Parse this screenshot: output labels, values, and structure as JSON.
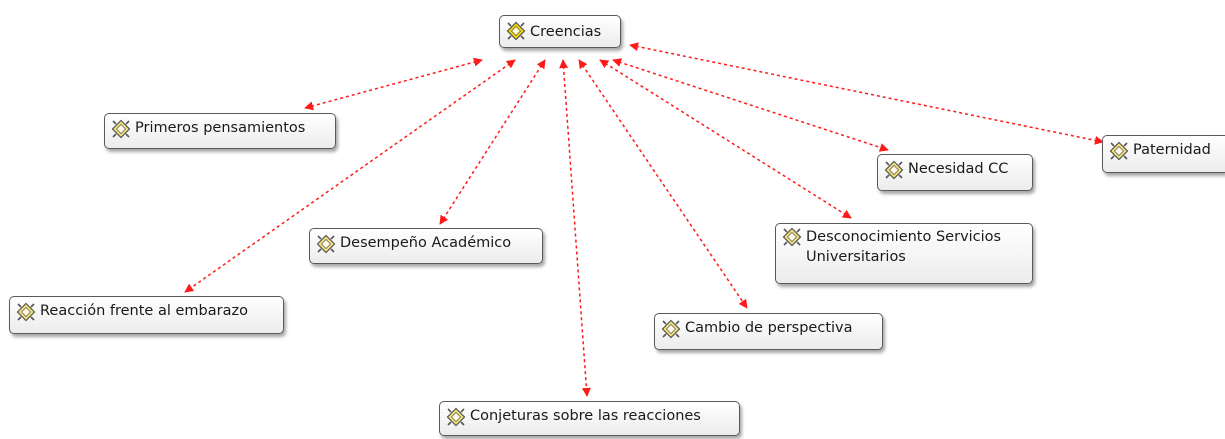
{
  "diagram": {
    "root": {
      "id": "creencias",
      "label": "Creencias"
    },
    "nodes": [
      {
        "id": "primeros",
        "label": "Primeros pensamientos"
      },
      {
        "id": "reaccion",
        "label": "Reacción frente al embarazo"
      },
      {
        "id": "desempeno",
        "label": "Desempeño Académico"
      },
      {
        "id": "conjeturas",
        "label": "Conjeturas sobre las reacciones"
      },
      {
        "id": "cambio",
        "label": "Cambio de perspectiva"
      },
      {
        "id": "desconocimiento",
        "label": "Desconocimiento Servicios Universitarios"
      },
      {
        "id": "necesidad",
        "label": "Necesidad CC"
      },
      {
        "id": "paternidad",
        "label": "Paternidad"
      }
    ],
    "edges": [
      {
        "from": "creencias",
        "to": "primeros",
        "style": "dashed",
        "arrows": "both"
      },
      {
        "from": "creencias",
        "to": "reaccion",
        "style": "dashed",
        "arrows": "both"
      },
      {
        "from": "creencias",
        "to": "desempeno",
        "style": "dashed",
        "arrows": "both"
      },
      {
        "from": "creencias",
        "to": "conjeturas",
        "style": "dashed",
        "arrows": "both"
      },
      {
        "from": "creencias",
        "to": "cambio",
        "style": "dashed",
        "arrows": "both"
      },
      {
        "from": "creencias",
        "to": "desconocimiento",
        "style": "dashed",
        "arrows": "both"
      },
      {
        "from": "creencias",
        "to": "necesidad",
        "style": "dashed",
        "arrows": "both"
      },
      {
        "from": "creencias",
        "to": "paternidad",
        "style": "dashed",
        "arrows": "both"
      }
    ]
  },
  "icons": {
    "node": "code-diamond-icon",
    "root": "code-diamond-highlighted-icon"
  },
  "colors": {
    "edge": "#ff1a1a",
    "node_border": "#5a5a5a",
    "icon_fill": "#f2e27a",
    "icon_fill_root": "#f5d800",
    "icon_stroke": "#555555"
  }
}
